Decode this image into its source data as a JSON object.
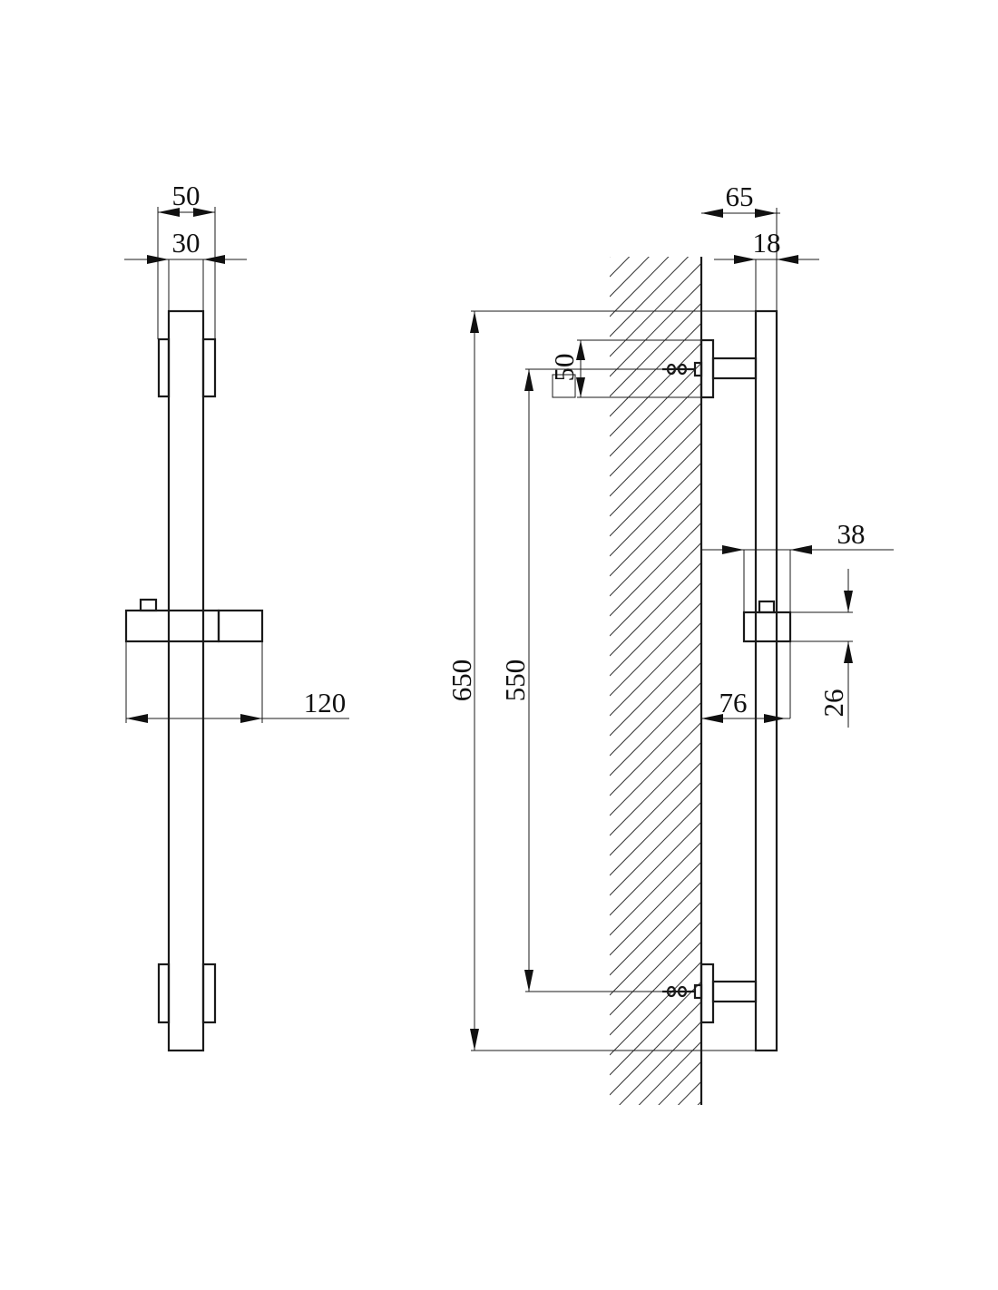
{
  "front_view": {
    "dims": {
      "bracket_width": "50",
      "bar_width": "30",
      "slider_width": "120"
    }
  },
  "side_view": {
    "dims": {
      "total_depth": "65",
      "bar_depth": "18",
      "bracket_size": "50",
      "total_height": "650",
      "mount_spacing": "550",
      "slider_offset": "38",
      "slider_height": "26",
      "slider_depth": "76"
    }
  }
}
